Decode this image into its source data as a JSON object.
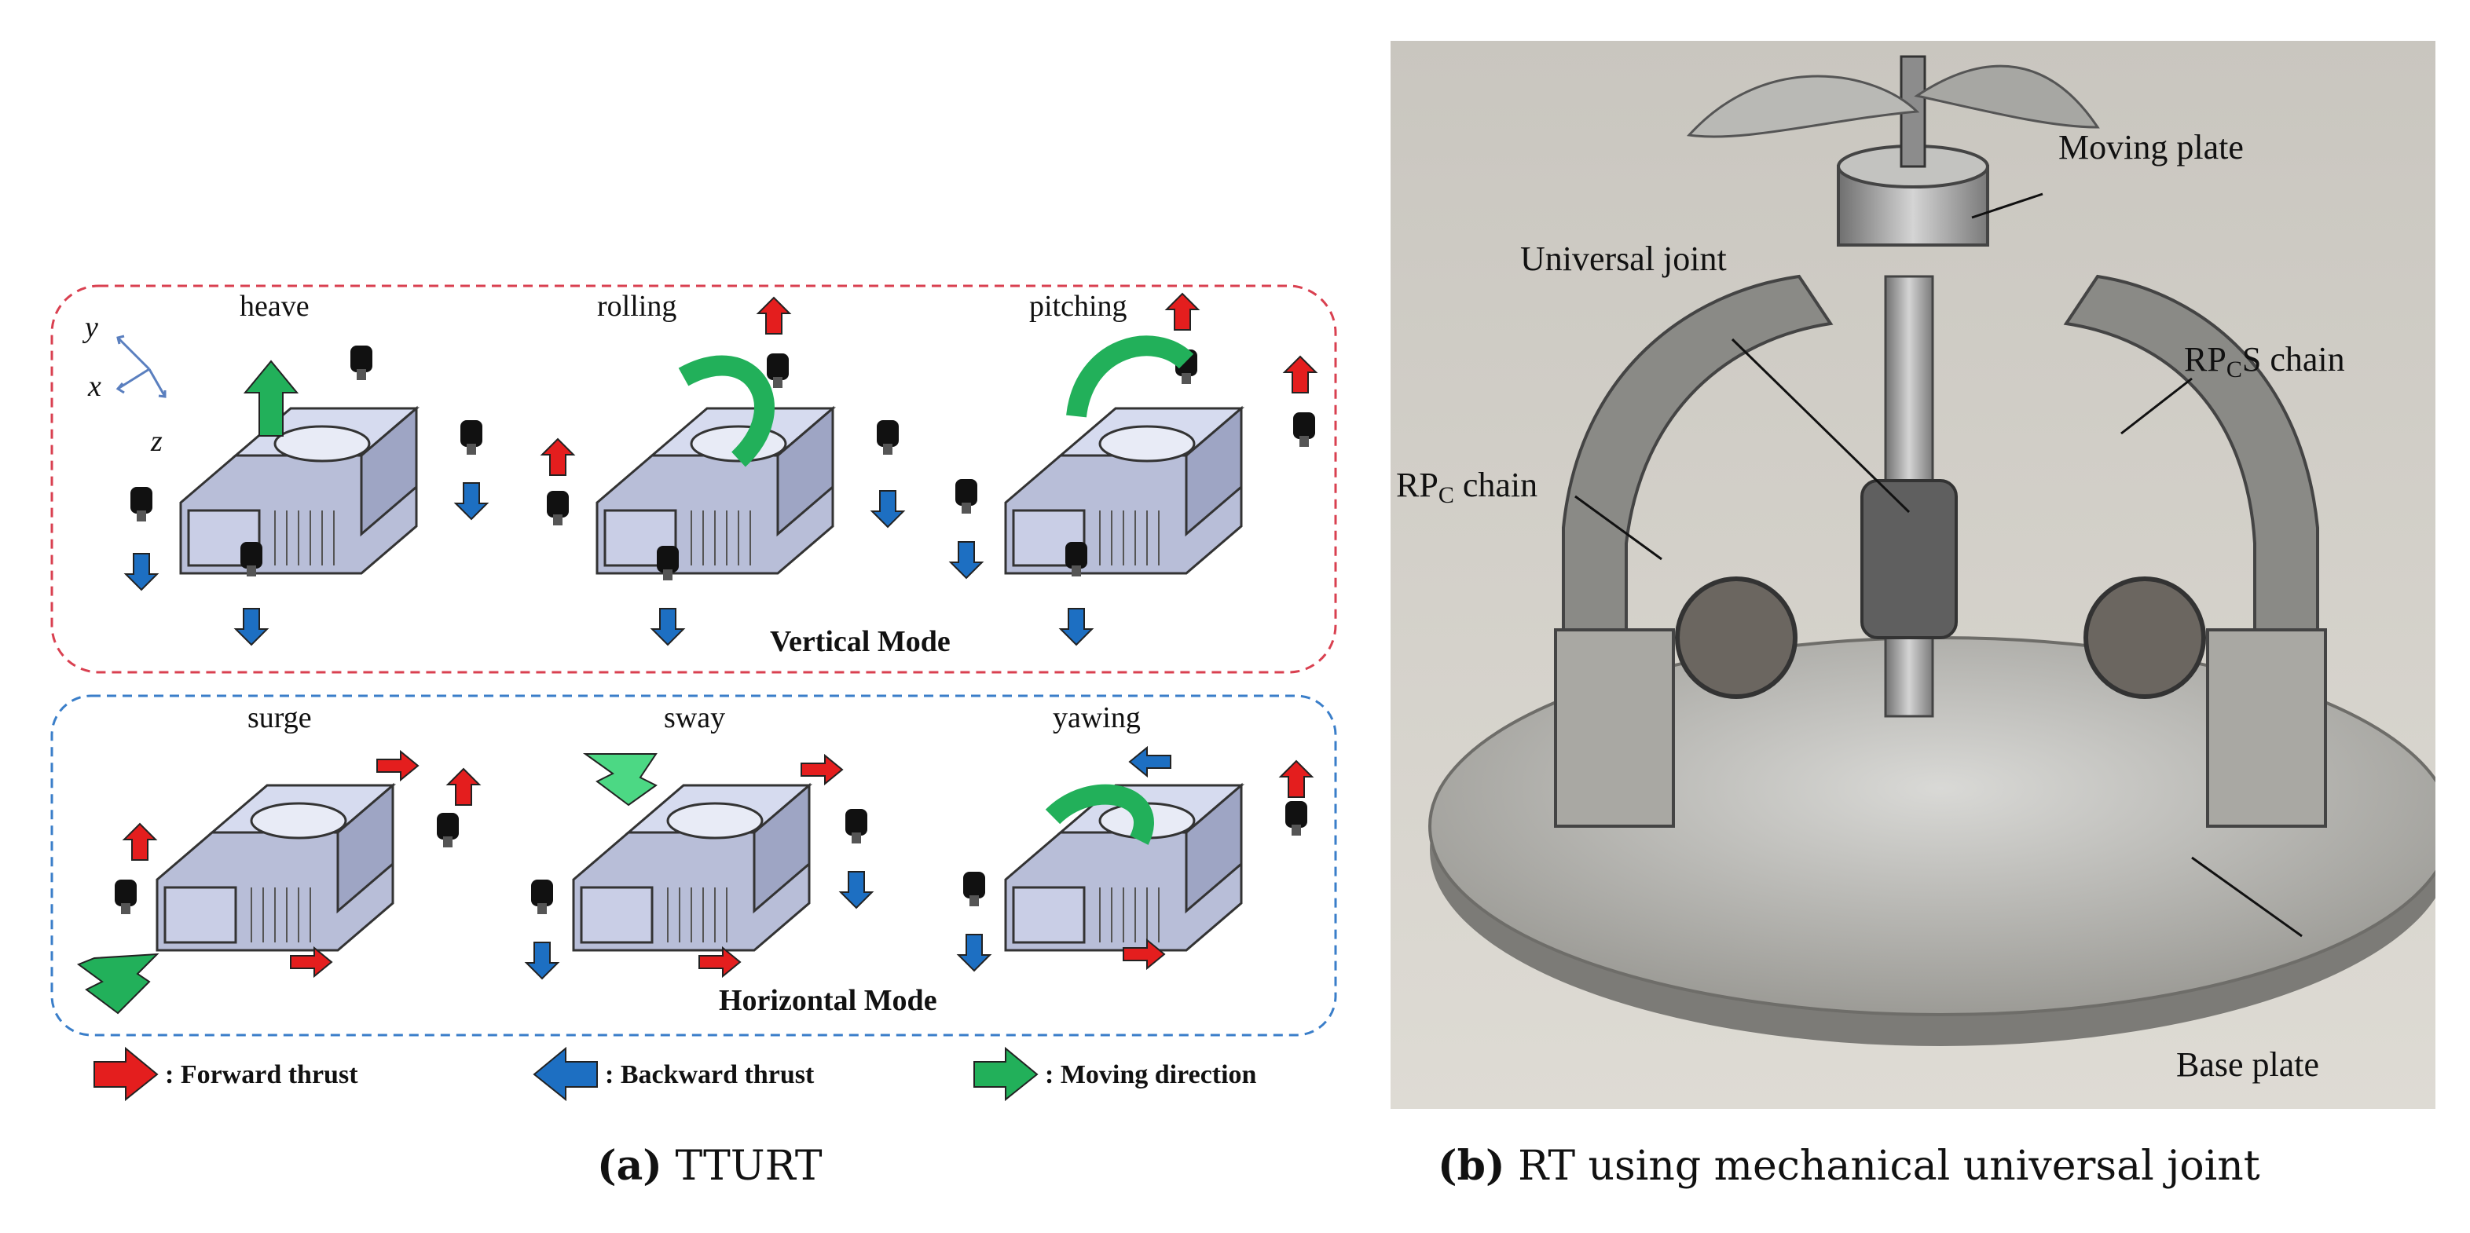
{
  "panel_a": {
    "caption_label": "(a)",
    "caption_text": "TTURT",
    "axes": {
      "y": "y",
      "x": "x",
      "z": "z"
    },
    "vertical_mode": {
      "title": "Vertical Mode",
      "motions": [
        "heave",
        "rolling",
        "pitching"
      ]
    },
    "horizontal_mode": {
      "title": "Horizontal Mode",
      "motions": [
        "surge",
        "sway",
        "yawing"
      ]
    },
    "legend": [
      {
        "text": ": Forward thrust",
        "color": "#e41e1e"
      },
      {
        "text": ": Backward thrust",
        "color": "#1d6fc2"
      },
      {
        "text": ": Moving direction",
        "color": "#22b05a"
      }
    ],
    "colors": {
      "vertical_border": "#d94050",
      "horizontal_border": "#3a7ec9"
    }
  },
  "panel_b": {
    "caption_label": "(b)",
    "caption_text": "RT using mechanical universal joint",
    "labels": {
      "moving_plate": "Moving plate",
      "universal_joint": "Universal joint",
      "rpcs_main": "RP",
      "rpcs_sub": "C",
      "rpcs_tail": "S chain",
      "rpc_main": "RP",
      "rpc_sub": "C",
      "rpc_tail": " chain",
      "base_plate": "Base plate"
    }
  }
}
